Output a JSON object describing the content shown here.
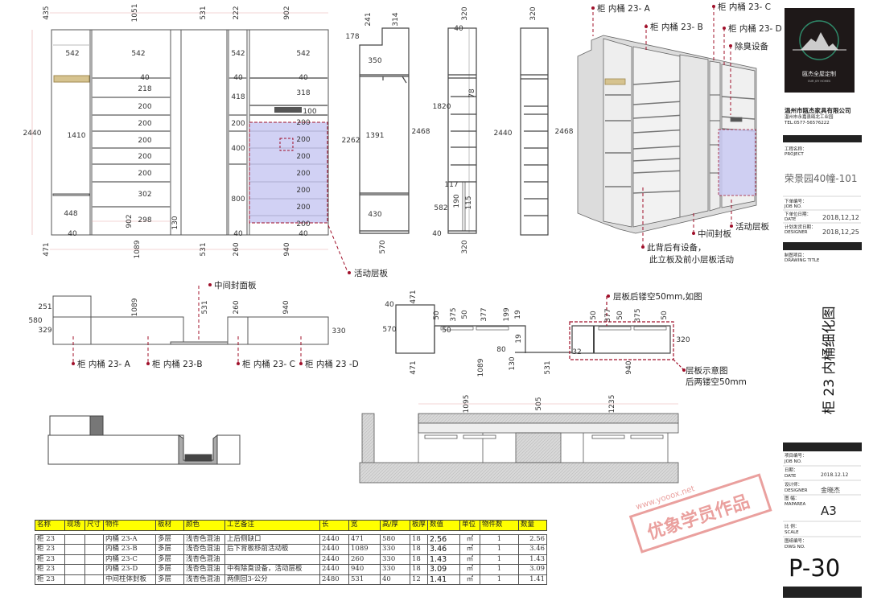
{
  "front_elevation": {
    "top_dims": [
      "435",
      "1051",
      "531",
      "222",
      "902"
    ],
    "bottom_dims": [
      "471",
      "1089",
      "531",
      "260",
      "940"
    ],
    "height": "2440",
    "col_a": [
      "542",
      "1410",
      "448",
      "40"
    ],
    "col_b": [
      "542",
      "40",
      "218",
      "200",
      "200",
      "200",
      "200",
      "200",
      "302",
      "298",
      "902",
      "130"
    ],
    "col_c": [
      "542",
      "40",
      "418",
      "200",
      "400",
      "800",
      "40"
    ],
    "col_d": [
      "542",
      "40",
      "318",
      "100",
      "200",
      "200",
      "200",
      "200",
      "200",
      "200",
      "200",
      "40"
    ],
    "callout": "活动层板"
  },
  "side_elevation_1": {
    "labels": [
      "241",
      "314",
      "178",
      "350",
      "1391",
      "2262",
      "2468",
      "430",
      "570"
    ]
  },
  "side_elevation_2": {
    "labels": [
      "320",
      "40",
      "1820",
      "78",
      "117",
      "190",
      "115",
      "582",
      "40",
      "320"
    ]
  },
  "side_elevation_3": {
    "labels": [
      "320",
      "2440",
      "2468"
    ]
  },
  "view_3d": {
    "callouts": [
      "柜 内桶 23- A",
      "柜 内桶 23- B",
      "柜 内桶 23- C",
      "柜 内桶 23- D",
      "除臭设备",
      "活动层板",
      "中间封板",
      "此背后有设备，",
      "此立板及前小层板活动"
    ]
  },
  "plan_1": {
    "dims": [
      "251",
      "580",
      "329",
      "1089",
      "531",
      "260",
      "940",
      "330"
    ],
    "top_callout": "中间封面板",
    "labels": [
      "柜 内桶 23- A",
      "柜 内桶 23-B",
      "柜 内桶 23- C",
      "柜 内桶 23 -D"
    ]
  },
  "plan_2": {
    "dims": [
      "471",
      "40",
      "570",
      "50",
      "50",
      "375",
      "50",
      "377",
      "199",
      "19",
      "19",
      "80",
      "130",
      "32",
      "50",
      "377",
      "50",
      "375",
      "50",
      "320",
      "471",
      "1089",
      "531",
      "940"
    ],
    "callouts": [
      "层板后镂空50mm,如图",
      "层板示意图",
      "后两镂空50mm"
    ]
  },
  "section": {
    "dims": [
      "1095",
      "505",
      "1235"
    ]
  },
  "title_block": {
    "logo_text": "瓯杰全屋定制",
    "logo_sub": "OUR JOY HOMES",
    "company": "温州市瓯杰家具有限公司",
    "address": "温州市永嘉县瓯北工业园",
    "tel": "TEL:0577-56576222",
    "project_label_cn": "工程名称：",
    "project_label_en": "PROJECT",
    "project": "荣景园40幢-101",
    "job_label_cn": "下单编号：",
    "job_label_en": "JOB NO.",
    "date_label_cn": "下单位日期：",
    "date_label_en": "DATE",
    "date": "2018,12,12",
    "designer_label_cn": "计划发货日期：",
    "designer_label_en": "DESIGNER",
    "ship_date": "2018,12,25",
    "drawing_title_label_cn": "制图项目：",
    "drawing_title_label_en": "DRAWING TITLE",
    "drawing_title": "柜 23 内桶细化图",
    "job2_label_cn": "项目编号：",
    "job2_label_en": "JOB NO.",
    "date2_label_cn": "日期：",
    "date2_label_en": "DATE",
    "date2": "2018.12.12",
    "designer2_label_cn": "设计师：",
    "designer2_label_en": "DESIGNER",
    "designer": "金晓杰",
    "maparea_label_cn": "图 幅：",
    "maparea_label_en": "MAPAREA",
    "maparea": "A3",
    "scale_label_cn": "比 例：",
    "scale_label_en": "SCALE",
    "dwg_label_cn": "图纸编号：",
    "dwg_label_en": "DWG NO.",
    "dwg_no": "P-30"
  },
  "watermark": {
    "url": "www.yooox.net",
    "text": "优象学员作品",
    "color": "#d9534f"
  },
  "bom_table": {
    "headers": [
      "名称",
      "现场",
      "尺寸",
      "物件",
      "板材",
      "颜色",
      "工艺备注",
      "长",
      "宽",
      "高/厚",
      "板厚",
      "数值",
      "单位",
      "物件数",
      "数量"
    ],
    "rows": [
      [
        "柜 23",
        "",
        "",
        "内桶 23-A",
        "多层",
        "浅杏色混油",
        "上后侧缺口",
        "2440",
        "471",
        "580",
        "18",
        "2.56",
        "㎡",
        "1",
        "2.56"
      ],
      [
        "柜 23",
        "",
        "",
        "内桶 23-B",
        "多层",
        "浅杏色混油",
        "后下背板移前活动板",
        "2440",
        "1089",
        "330",
        "18",
        "3.46",
        "㎡",
        "1",
        "3.46"
      ],
      [
        "柜 23",
        "",
        "",
        "内桶 23-C",
        "多层",
        "浅杏色混油",
        "",
        "2440",
        "260",
        "330",
        "18",
        "1.43",
        "㎡",
        "1",
        "1.43"
      ],
      [
        "柜 23",
        "",
        "",
        "内桶 23-D",
        "多层",
        "浅杏色混油",
        "中有除臭设备，活动层板",
        "2440",
        "940",
        "330",
        "18",
        "3.09",
        "㎡",
        "1",
        "3.09"
      ],
      [
        "柜 23",
        "",
        "",
        "中间柱体封板",
        "多层",
        "浅杏色混油",
        "两侧回3-公分",
        "2480",
        "531",
        "40",
        "12",
        "1.41",
        "㎡",
        "1",
        "1.41"
      ]
    ]
  },
  "colors": {
    "dimension": "#c0392b",
    "highlight": "#c9c9f2",
    "header": "#ffff00",
    "logo_bg": "#1e1818"
  }
}
